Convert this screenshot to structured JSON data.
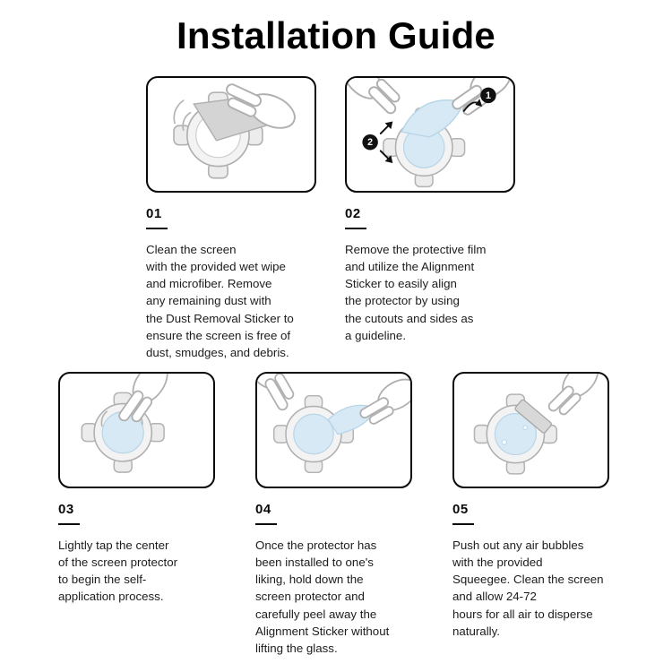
{
  "title": "Installation Guide",
  "colors": {
    "film": "#d6e9f5",
    "line_art": "#b0b0b0",
    "box_border": "#0a0a0a",
    "badge": "#111111"
  },
  "steps": [
    {
      "number": "01",
      "text": "Clean the screen\nwith the provided wet wipe\nand microfiber. Remove\nany remaining dust with\nthe Dust Removal Sticker to\nensure the screen is free of\ndust, smudges, and debris."
    },
    {
      "number": "02",
      "badges": [
        "1",
        "2"
      ],
      "text": "Remove the protective film\nand utilize the Alignment\nSticker to easily align\nthe protector by using\nthe cutouts and sides as\na guideline."
    },
    {
      "number": "03",
      "text": "Lightly tap the center\nof the screen protector\nto begin the self-\napplication process."
    },
    {
      "number": "04",
      "text": "Once the protector has\nbeen installed to one's\nliking, hold down the\nscreen protector and\ncarefully peel away the\nAlignment Sticker without\nlifting the glass."
    },
    {
      "number": "05",
      "text": "Push out any air bubbles\nwith the provided\nSqueegee. Clean the screen\nand allow 24-72\nhours for all air to disperse\nnaturally."
    }
  ]
}
